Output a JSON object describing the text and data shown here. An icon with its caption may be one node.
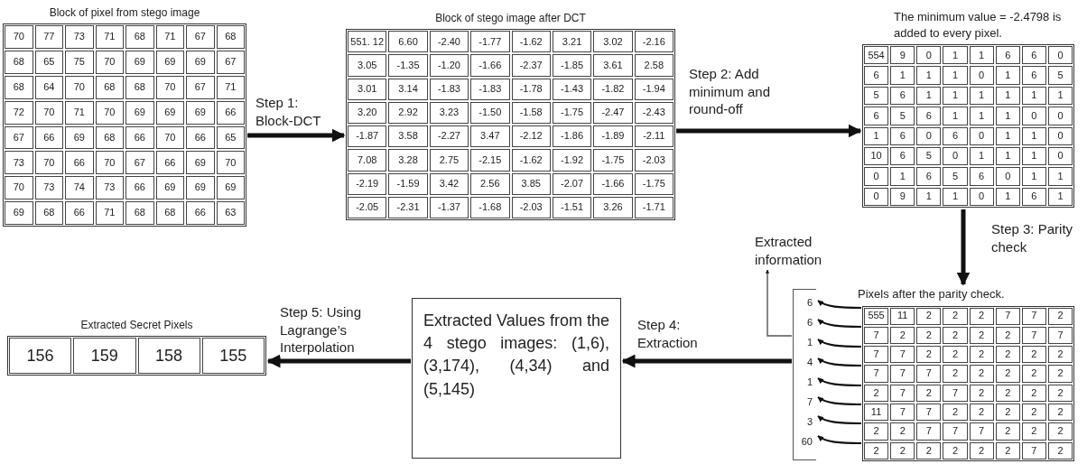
{
  "diagram": {
    "nodes": [
      {
        "text": [
          "Block of pixel from stego image",
          "70",
          "77",
          "73",
          "71",
          "68",
          "71",
          "67",
          "68",
          "68",
          "65",
          "75",
          "70",
          "69",
          "69",
          "69",
          "67",
          "68",
          "64",
          "70",
          "68",
          "68",
          "70",
          "67",
          "71",
          "72",
          "70",
          "71",
          "70",
          "69",
          "69",
          "69",
          "66",
          "67",
          "66",
          "69",
          "68",
          "66",
          "70",
          "66",
          "65",
          "73",
          "70",
          "66",
          "70",
          "67",
          "66",
          "69",
          "70",
          "70",
          "73",
          "74",
          "73",
          "66",
          "69",
          "69",
          "69",
          "69",
          "68",
          "66",
          "71",
          "68",
          "68",
          "66",
          "63"
        ]
      },
      {
        "text": [
          "Block of stego image after DCT",
          "551. 12",
          "6.60",
          "-2.40",
          "-1.77",
          "-1.62",
          "3.21",
          "3.02",
          "-2.16",
          "3.05",
          "-1.35",
          "-1.20",
          "-1.66",
          "-2.37",
          "-1.85",
          "3.61",
          "2.58",
          "3.01",
          "3.14",
          "-1.83",
          "-1.83",
          "-1.78",
          "-1.43",
          "-1.82",
          "-1.94",
          "3.20",
          "2.92",
          "3.23",
          "-1.50",
          "-1.58",
          "-1.75",
          "-2.47",
          "-2.43",
          "-1.87",
          "3.58",
          "-2.27",
          "3.47",
          "-2.12",
          "-1.86",
          "-1.89",
          "-2.11",
          "7.08",
          "3.28",
          "2.75",
          "-2.15",
          "-1.62",
          "-1.92",
          "-1.75",
          "-2.03",
          "-2.19",
          "-1.59",
          "3.42",
          "2.56",
          "3.85",
          "-2.07",
          "-1.66",
          "-1.75",
          "-2.05",
          "-2.31",
          "-1.37",
          "-1.68",
          "-2.03",
          "-1.51",
          "3.26",
          "-1.71"
        ]
      },
      {
        "text": [
          "The minimum value = -2.4798 is added to every pixel.",
          "554",
          "9",
          "0",
          "1",
          "1",
          "6",
          "6",
          "0",
          "6",
          "1",
          "1",
          "1",
          "0",
          "1",
          "6",
          "5",
          "5",
          "6",
          "1",
          "1",
          "1",
          "1",
          "1",
          "1",
          "6",
          "5",
          "6",
          "1",
          "1",
          "1",
          "0",
          "0",
          "1",
          "6",
          "0",
          "6",
          "0",
          "1",
          "1",
          "0",
          "10",
          "6",
          "5",
          "0",
          "1",
          "1",
          "1",
          "0",
          "0",
          "1",
          "6",
          "5",
          "6",
          "0",
          "1",
          "1",
          "0",
          "9",
          "1",
          "1",
          "0",
          "1",
          "6",
          "1"
        ]
      },
      {
        "text": [
          "Pixels after the parity check.",
          "555",
          "11",
          "2",
          "2",
          "2",
          "7",
          "7",
          "2",
          "7",
          "2",
          "2",
          "2",
          "2",
          "2",
          "7",
          "7",
          "7",
          "7",
          "2",
          "2",
          "2",
          "2",
          "2",
          "2",
          "7",
          "7",
          "7",
          "2",
          "2",
          "2",
          "2",
          "2",
          "2",
          "7",
          "2",
          "7",
          "2",
          "2",
          "2",
          "2",
          "11",
          "7",
          "7",
          "2",
          "2",
          "2",
          "2",
          "2",
          "2",
          "2",
          "7",
          "7",
          "7",
          "2",
          "2",
          "2",
          "2",
          "2",
          "2",
          "2",
          "2",
          "2",
          "7",
          "2"
        ]
      },
      {
        "text": [
          "6",
          "6",
          "1",
          "4",
          "1",
          "7",
          "3",
          "60"
        ]
      },
      {
        "text": [
          "Extracted information"
        ]
      },
      {
        "text": [
          "Extracted Values from the 4 stego images: (1,6), (3,174), (4,34) and (5,145)"
        ]
      },
      {
        "text": [
          "Extracted Secret Pixels",
          "156",
          "159",
          "158",
          "155"
        ]
      }
    ],
    "edges": [
      {
        "from": 0,
        "to": 1,
        "arrow": "to",
        "label": "Step 1: Block-DCT",
        "style": "thick"
      },
      {
        "from": 1,
        "to": 2,
        "arrow": "to",
        "label": "Step 2: Add minimum and round-off",
        "style": "thick"
      },
      {
        "from": 2,
        "to": 3,
        "arrow": "to",
        "label": "Step 3: Parity check",
        "style": "thick"
      },
      {
        "from": 3,
        "to": 4,
        "arrow": "to"
      },
      {
        "from": 3,
        "to": 4,
        "arrow": "to"
      },
      {
        "from": 3,
        "to": 4,
        "arrow": "to"
      },
      {
        "from": 3,
        "to": 4,
        "arrow": "to"
      },
      {
        "from": 3,
        "to": 4,
        "arrow": "to"
      },
      {
        "from": 3,
        "to": 4,
        "arrow": "to"
      },
      {
        "from": 3,
        "to": 4,
        "arrow": "to"
      },
      {
        "from": 3,
        "to": 4,
        "arrow": "to"
      },
      {
        "from": 4,
        "to": 5,
        "arrow": "to"
      },
      {
        "from": 4,
        "to": 6,
        "arrow": "to",
        "label": "Step 4: Extraction",
        "style": "thick"
      },
      {
        "from": 6,
        "to": 7,
        "arrow": "to",
        "label": "Step 5: Using Lagrange’s Interpolation",
        "style": "thick"
      }
    ]
  }
}
